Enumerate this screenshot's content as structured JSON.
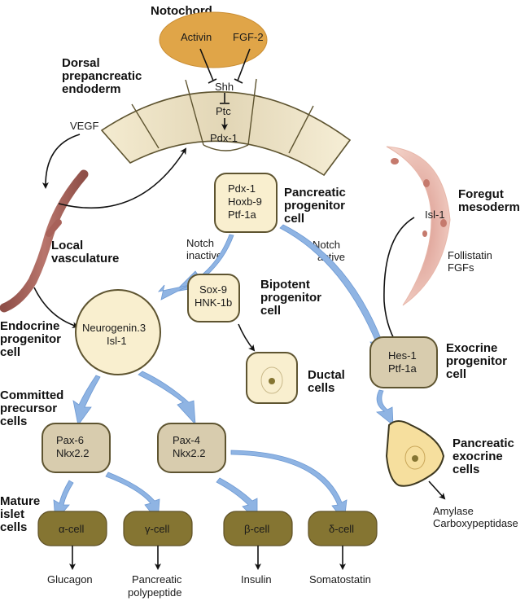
{
  "title": "Pancreatic development signaling diagram",
  "colors": {
    "notochord": "#e0a548",
    "endoderm": "#f3ead0",
    "progenitor_fill": "#f9efcf",
    "committed_fill": "#d8ccae",
    "islet_fill": "#857532",
    "vessel": "#a8625a",
    "mesoderm": "#e3a99a",
    "arrow_blue": "#8fb4e3",
    "exocrine_cell": "#f6df9e"
  },
  "structures": {
    "notochord": {
      "label": "Notochord",
      "factors": [
        "Activin",
        "FGF-2"
      ]
    },
    "endoderm": {
      "label": [
        "Dorsal",
        "prepancreatic",
        "endoderm"
      ],
      "signals": [
        "Shh",
        "Ptc",
        "Pdx-1"
      ]
    },
    "vegf": "VEGF",
    "vasculature": {
      "label": [
        "Local",
        "vasculature"
      ]
    },
    "mesoderm": {
      "label": [
        "Foregut",
        "mesoderm"
      ],
      "factor": "Isl-1",
      "secreted": [
        "Follistatin",
        "FGFs"
      ]
    }
  },
  "cells": {
    "pancreatic_progenitor": {
      "markers": [
        "Pdx-1",
        "Hoxb-9",
        "Ptf-1a"
      ],
      "label": [
        "Pancreatic",
        "progenitor",
        "cell"
      ]
    },
    "bipotent_progenitor": {
      "markers": [
        "Sox-9",
        "HNK-1b"
      ],
      "label": [
        "Bipotent",
        "progenitor",
        "cell"
      ]
    },
    "endocrine_progenitor": {
      "markers": [
        "Neurogenin.3",
        "Isl-1"
      ],
      "label": [
        "Endocrine",
        "progenitor",
        "cell"
      ]
    },
    "ductal": {
      "label": [
        "Ductal",
        "cells"
      ]
    },
    "exocrine_progenitor": {
      "markers": [
        "Hes-1",
        "Ptf-1a"
      ],
      "label": [
        "Exocrine",
        "progenitor",
        "cell"
      ]
    },
    "committed_precursor": {
      "label": [
        "Committed",
        "precursor",
        "cells"
      ]
    },
    "pax6": {
      "markers": [
        "Pax-6",
        "Nkx2.2"
      ]
    },
    "pax4": {
      "markers": [
        "Pax-4",
        "Nkx2.2"
      ]
    },
    "exocrine": {
      "label": [
        "Pancreatic",
        "exocrine",
        "cells"
      ],
      "products": [
        "Amylase",
        "Carboxypeptidase"
      ]
    },
    "mature_islet": {
      "label": [
        "Mature",
        "islet",
        "cells"
      ]
    }
  },
  "notch": {
    "inactive": [
      "Notch",
      "inactive"
    ],
    "active": [
      "Notch",
      "active"
    ]
  },
  "islet_cells": [
    {
      "name": "α-cell",
      "product": [
        "Glucagon"
      ]
    },
    {
      "name": "γ-cell",
      "product": [
        "Pancreatic",
        "polypeptide"
      ]
    },
    {
      "name": "β-cell",
      "product": [
        "Insulin"
      ]
    },
    {
      "name": "δ-cell",
      "product": [
        "Somatostatin"
      ]
    }
  ]
}
